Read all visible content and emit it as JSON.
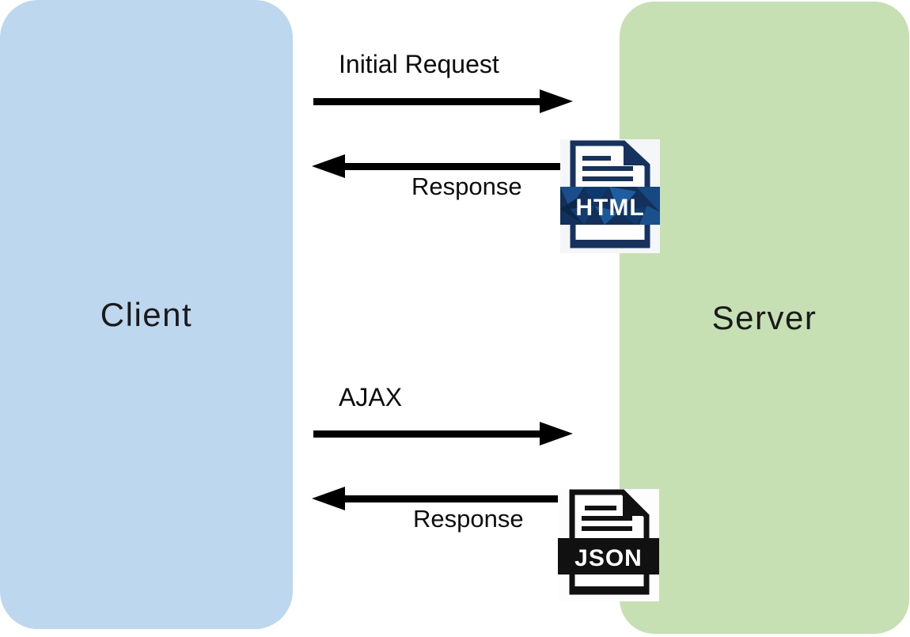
{
  "diagram": {
    "client": {
      "label": "Client",
      "fill": "#bdd7ee"
    },
    "server": {
      "label": "Server",
      "fill": "#c6e0b4"
    },
    "arrows": [
      {
        "label": "Initial Request",
        "direction": "left-to-right"
      },
      {
        "label": "Response",
        "direction": "right-to-left",
        "attachment": "html-file-icon"
      },
      {
        "label": "AJAX",
        "direction": "left-to-right"
      },
      {
        "label": "Response",
        "direction": "right-to-left",
        "attachment": "json-file-icon"
      }
    ],
    "icons": {
      "html_file": {
        "label": "HTML",
        "color": "#16335f"
      },
      "json_file": {
        "label": "JSON",
        "color": "#111111"
      }
    },
    "colors": {
      "arrow": "#000000",
      "text": "#0d0d0d",
      "background": "#ffffff"
    }
  }
}
